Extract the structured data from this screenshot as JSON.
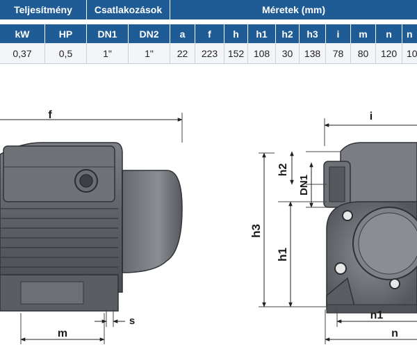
{
  "table": {
    "group_headers": {
      "power": "Teljesítmény",
      "connections": "Csatlakozások",
      "dimensions": "Méretek (mm)"
    },
    "columns": [
      "kW",
      "HP",
      "DN1",
      "DN2",
      "a",
      "f",
      "h",
      "h1",
      "h2",
      "h3",
      "i",
      "m",
      "n",
      "n"
    ],
    "values": [
      "0,37",
      "0,5",
      "1\"",
      "1\"",
      "22",
      "223",
      "152",
      "108",
      "30",
      "138",
      "78",
      "80",
      "120",
      "10"
    ]
  },
  "drawing": {
    "side_view_labels": {
      "f": "f",
      "m": "m",
      "s": "s"
    },
    "front_view_labels": {
      "i": "i",
      "h2": "h2",
      "dn1": "DN1",
      "h3": "h3",
      "h1": "h1",
      "n1": "n1",
      "n": "n"
    }
  }
}
